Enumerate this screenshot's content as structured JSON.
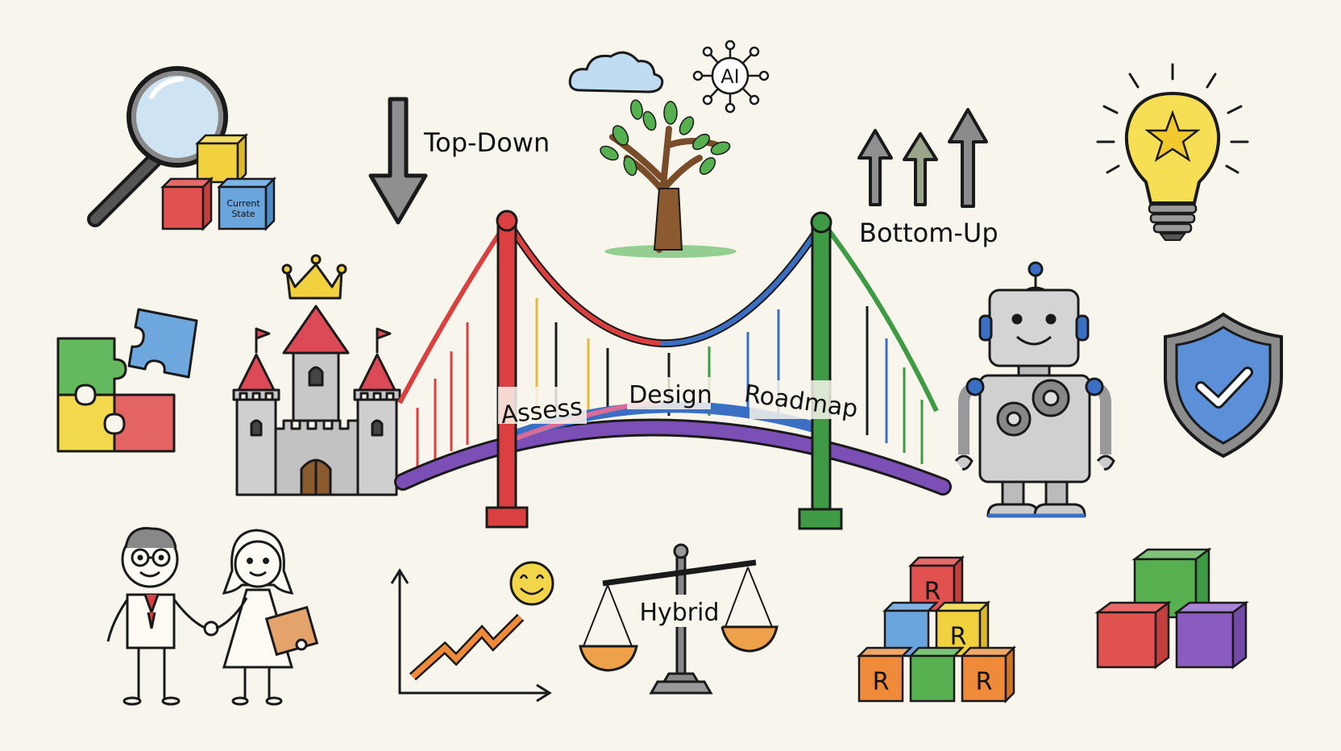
{
  "diagram": {
    "background_color": "#f8f5ec",
    "style": "colored-pencil sketch",
    "labels": {
      "top_down": "Top-Down",
      "bottom_up": "Bottom-Up",
      "current_state": "Current State",
      "current_state_line1": "Current",
      "current_state_line2": "State",
      "ai": "AI",
      "hybrid": "Hybrid",
      "block_letter": "R"
    },
    "bridge": {
      "phases": [
        {
          "label": "Assess"
        },
        {
          "label": "Design"
        },
        {
          "label": "Roadmap"
        }
      ],
      "left_tower_color": "#d9403f",
      "right_tower_color": "#3f9a45",
      "cable_colors": [
        "#d9403f",
        "#e8b73a",
        "#3f9a45",
        "#3a6fc4"
      ],
      "deck_colors": [
        "#7b4fb5",
        "#3a6fc4",
        "#d9403f"
      ]
    },
    "elements": [
      {
        "name": "magnifying-glass",
        "position": "top-left"
      },
      {
        "name": "current-state-blocks",
        "position": "top-left"
      },
      {
        "name": "top-down-arrow",
        "position": "top-center-left"
      },
      {
        "name": "cloud",
        "position": "top-center"
      },
      {
        "name": "ai-network",
        "position": "top-center"
      },
      {
        "name": "tree",
        "position": "top-center"
      },
      {
        "name": "bottom-up-arrows",
        "position": "top-center-right"
      },
      {
        "name": "light-bulb-star",
        "position": "top-right"
      },
      {
        "name": "puzzle",
        "position": "middle-left"
      },
      {
        "name": "castle-with-crown",
        "position": "middle-left"
      },
      {
        "name": "bridge",
        "position": "center"
      },
      {
        "name": "robot",
        "position": "middle-right"
      },
      {
        "name": "shield-check",
        "position": "middle-right"
      },
      {
        "name": "handshake-people",
        "position": "bottom-left"
      },
      {
        "name": "growth-chart-smiley",
        "position": "bottom-center-left"
      },
      {
        "name": "balance-scale",
        "position": "bottom-center"
      },
      {
        "name": "r-block-pyramid",
        "position": "bottom-center-right"
      },
      {
        "name": "colored-cubes",
        "position": "bottom-right"
      }
    ],
    "colors": {
      "red": "#d9403f",
      "yellow": "#f1d13d",
      "blue": "#4a86d6",
      "green": "#48a84f",
      "orange": "#e98a3b",
      "purple": "#8a5cc0",
      "gray": "#a9a9a9",
      "ink": "#1a1a1a"
    }
  }
}
